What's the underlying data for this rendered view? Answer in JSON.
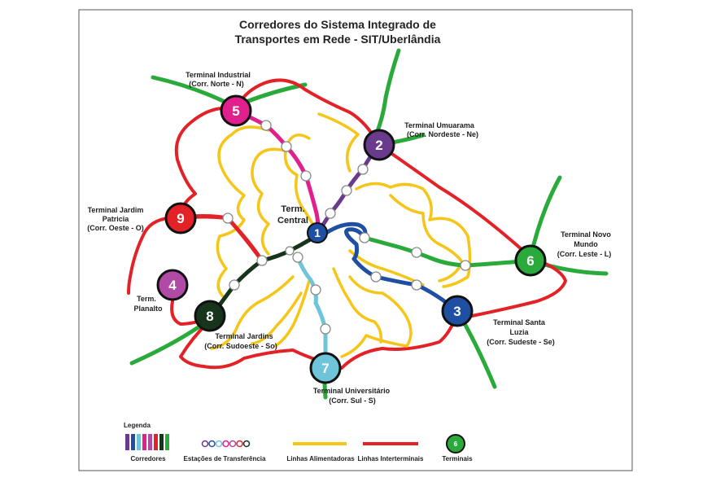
{
  "title": {
    "line1": "Corredores do Sistema Integrado de",
    "line2": "Transportes em Rede - SIT/Uberlândia"
  },
  "central": {
    "line1": "Term.",
    "line2": "Central",
    "number": "1",
    "color": "#1e4fa3"
  },
  "terminals": [
    {
      "number": "5",
      "color": "#e0208c",
      "line1": "Terminal Industrial",
      "line2": "(Corr. Norte - N)",
      "line3": ""
    },
    {
      "number": "2",
      "color": "#6a3b8c",
      "line1": "Terminal Umuarama",
      "line2": "(Corr. Nordeste - Ne)",
      "line3": ""
    },
    {
      "number": "9",
      "color": "#e32228",
      "line1": "Terminal Jardim",
      "line2": "Patricia",
      "line3": "(Corr. Oeste - O)"
    },
    {
      "number": "4",
      "color": "#b04aa6",
      "line1": "Term.",
      "line2": "Planalto",
      "line3": ""
    },
    {
      "number": "8",
      "color": "#17341d",
      "line1": "Terminal Jardins",
      "line2": "(Corr. Sudoeste - So)",
      "line3": ""
    },
    {
      "number": "7",
      "color": "#6ec4d9",
      "line1": "Terminal Universitário",
      "line2": "(Corr. Sul - S)",
      "line3": ""
    },
    {
      "number": "3",
      "color": "#1e4fa3",
      "line1": "Terminal Santa",
      "line2": "Luzia",
      "line3": "(Corr. Sudeste - Se)"
    },
    {
      "number": "6",
      "color": "#2aaa3a",
      "line1": "Terminal Novo",
      "line2": "Mundo",
      "line3": "(Corr. Leste - L)"
    }
  ],
  "colors": {
    "feeder": "#f5c518",
    "interterminal": "#e32228",
    "terminal_access": "#2aaa3a"
  },
  "legend": {
    "title": "Legenda",
    "corridors": "Corredores",
    "transfer_stations": "Estações de Transferência",
    "feeder_lines": "Linhas Alimentadoras",
    "interterminal_lines": "Linhas Interterminais",
    "terminals": "Terminais",
    "terminal_sample_number": "6",
    "corridor_colors": [
      "#6a3b8c",
      "#1e4fa3",
      "#6ec4d9",
      "#e0208c",
      "#b04aa6",
      "#e32228",
      "#17341d",
      "#2aaa3a"
    ],
    "station_colors": [
      "#6a3b8c",
      "#1e4fa3",
      "#6ec4d9",
      "#e0208c",
      "#b04aa6",
      "#e32228",
      "#17341d",
      "#2aaa3a"
    ]
  }
}
